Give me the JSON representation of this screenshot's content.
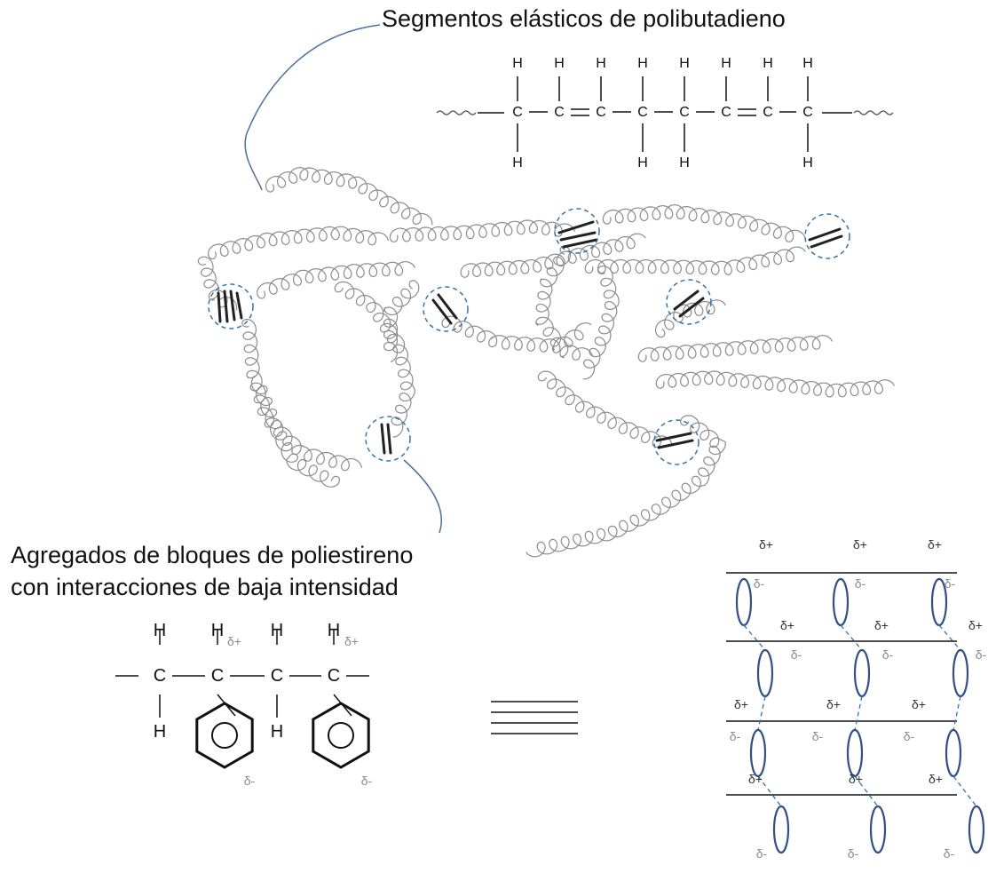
{
  "labels": {
    "top": "Segmentos elásticos de polibutadieno",
    "bottom_line1": "Agregados de bloques de poliestireno",
    "bottom_line2": "con interacciones de baja intensidad"
  },
  "polybutadiene": {
    "atom_h": "H",
    "atom_c": "C",
    "top_h": [
      "H",
      "H",
      "H",
      "H",
      "H",
      "H",
      "H",
      "H"
    ],
    "carbons": [
      "C",
      "C",
      "C",
      "C",
      "C",
      "C",
      "C",
      "C"
    ],
    "bottom_h": [
      "H",
      "H",
      "H",
      "H"
    ]
  },
  "polystyrene": {
    "top_h": [
      "H",
      "H",
      "H",
      "H"
    ],
    "carbons": [
      "C",
      "C",
      "C",
      "C"
    ],
    "bottom_h": [
      "H",
      "H"
    ],
    "partial_positive": "δ+",
    "partial_negative": "δ-"
  },
  "stack": {
    "partial_positive": "δ+",
    "partial_negative": "δ-"
  },
  "colors": {
    "leader_line": "#4a6fa5",
    "dashed_circle": "#2e75b6",
    "dipole_ellipse": "#2f4f8f",
    "coil": "#8c8c8c",
    "block": "#222222",
    "delta": "#8a8a8a"
  }
}
